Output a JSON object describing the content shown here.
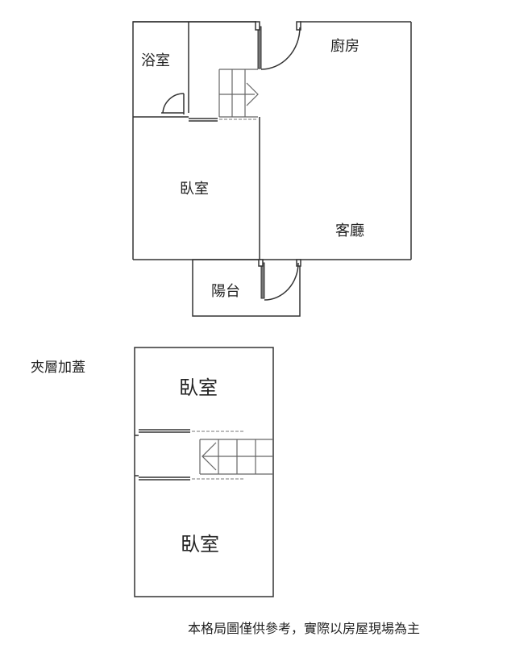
{
  "floor_main": {
    "bathroom": "浴室",
    "kitchen": "廚房",
    "bedroom": "臥室",
    "living_room": "客廳",
    "balcony": "陽台"
  },
  "mezzanine": {
    "caption": "夾層加蓋",
    "bedroom_upper": "臥室",
    "bedroom_lower": "臥室"
  },
  "footer_note": "本格局圖僅供參考，實際以房屋現場為主",
  "colors": {
    "line": "#333333",
    "door_leaf": "#777777",
    "dash": "#777777",
    "background": "#ffffff"
  }
}
